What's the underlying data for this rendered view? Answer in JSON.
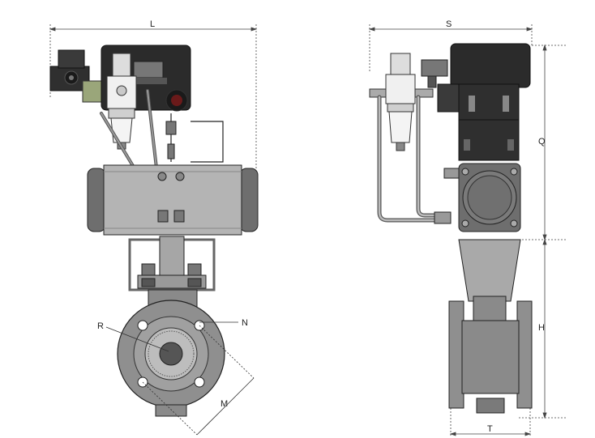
{
  "dimensions": {
    "L": "L",
    "S": "S",
    "Q": "Q",
    "H": "H",
    "T": "T",
    "R": "R",
    "N": "N",
    "M": "M"
  },
  "colors": {
    "actuator_body": "#b4b4b4",
    "actuator_cap": "#6e6e6e",
    "positioner": "#2b2b2b",
    "valve_body": "#8a8a8a",
    "flange": "#9a9a9a",
    "filter_bowl": "#f2f2f2",
    "dimension_line": "#444444"
  }
}
